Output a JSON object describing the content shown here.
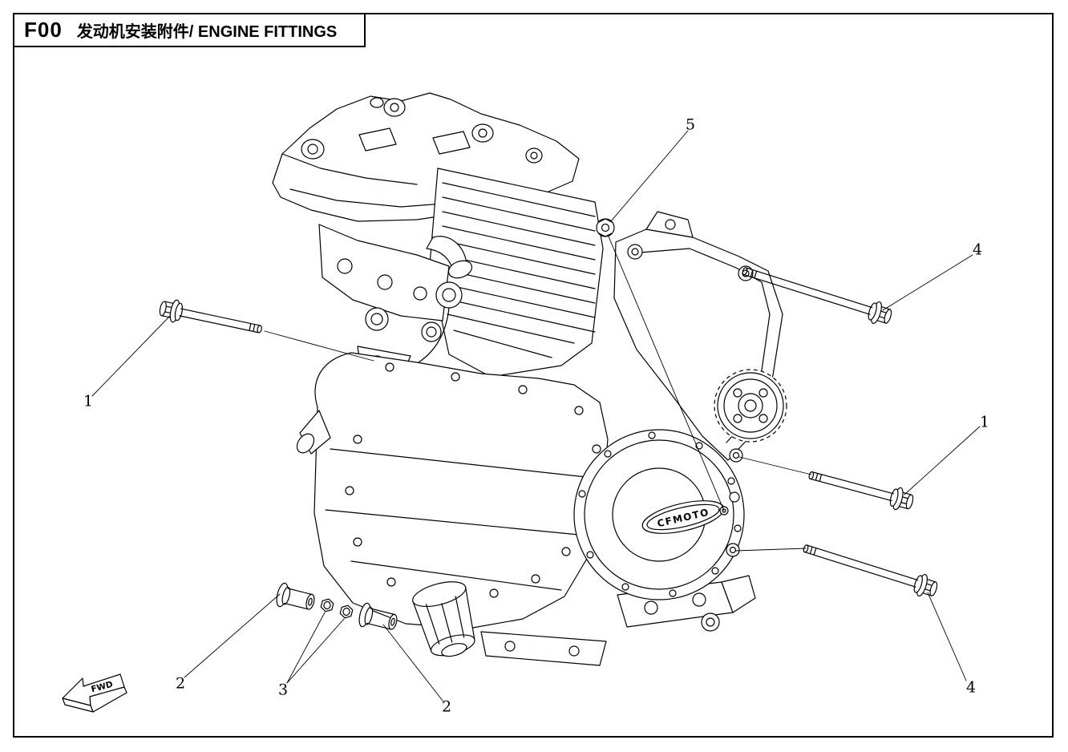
{
  "header": {
    "code": "F00",
    "title": "发动机安装附件/ ENGINE FITTINGS"
  },
  "engine": {
    "brand_badge": "CFMOTO"
  },
  "direction_arrow": {
    "label": "FWD"
  },
  "callouts": [
    {
      "label": "1"
    },
    {
      "label": "5"
    },
    {
      "label": "4"
    },
    {
      "label": "1"
    },
    {
      "label": "2"
    },
    {
      "label": "3"
    },
    {
      "label": "2"
    },
    {
      "label": "4"
    }
  ],
  "colors": {
    "ink": "#000000",
    "paper": "#ffffff"
  }
}
